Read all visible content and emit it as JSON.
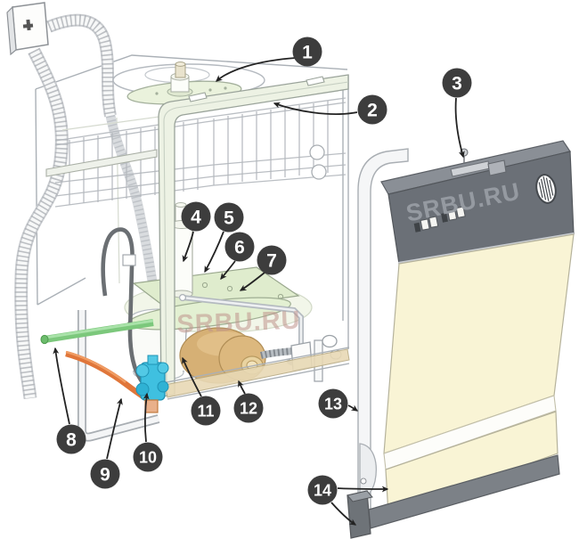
{
  "watermarks": [
    {
      "text": "SRBU.RU"
    },
    {
      "text": "SRBU.RU"
    }
  ],
  "callouts": [
    {
      "label": "1",
      "target": "upper-spray-arm"
    },
    {
      "label": "2",
      "target": "upper-rack-slide-rail"
    },
    {
      "label": "3",
      "target": "door-latch"
    },
    {
      "label": "4",
      "target": "water-feed-tower"
    },
    {
      "label": "5",
      "target": "lower-spray-arm-hub"
    },
    {
      "label": "6",
      "target": "spray-arm-support-plate"
    },
    {
      "label": "7",
      "target": "feed-tube"
    },
    {
      "label": "8",
      "target": "green-hose"
    },
    {
      "label": "9",
      "target": "orange-hose"
    },
    {
      "label": "10",
      "target": "inlet-valve"
    },
    {
      "label": "11",
      "target": "sump-base"
    },
    {
      "label": "12",
      "target": "motor-pump"
    },
    {
      "label": "13",
      "target": "door-side-frame"
    },
    {
      "label": "14",
      "target": "access-panel-and-kickplate"
    }
  ],
  "colors": {
    "callout_bg": "#3d3d3d",
    "callout_text": "#ffffff",
    "hose_green": "#7cc87c",
    "hose_orange": "#e0763a",
    "valve_blue": "#3fc0e0",
    "motor_tan": "#d6b075",
    "panel_gray": "#6b7077",
    "door_cream": "#f9f4d5",
    "kickplate_gray": "#7c8187",
    "watermark_pink": "#c0948d",
    "watermark_gray": "#989da4"
  }
}
